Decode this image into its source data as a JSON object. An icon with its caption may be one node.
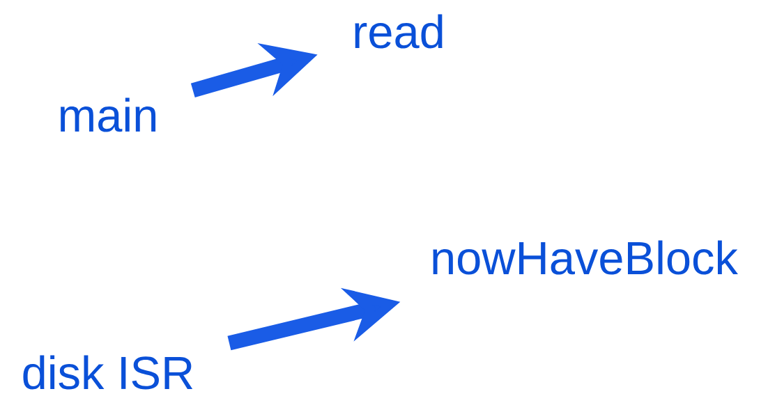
{
  "diagram": {
    "nodes": [
      {
        "text": [
          "read"
        ]
      },
      {
        "text": [
          "main"
        ]
      },
      {
        "text": [
          "nowHaveBlock"
        ]
      },
      {
        "text": [
          "disk ISR"
        ]
      }
    ],
    "edges": [
      {
        "from": 1,
        "to": 0,
        "arrow": "to"
      },
      {
        "from": 3,
        "to": 2,
        "arrow": "to"
      }
    ]
  }
}
